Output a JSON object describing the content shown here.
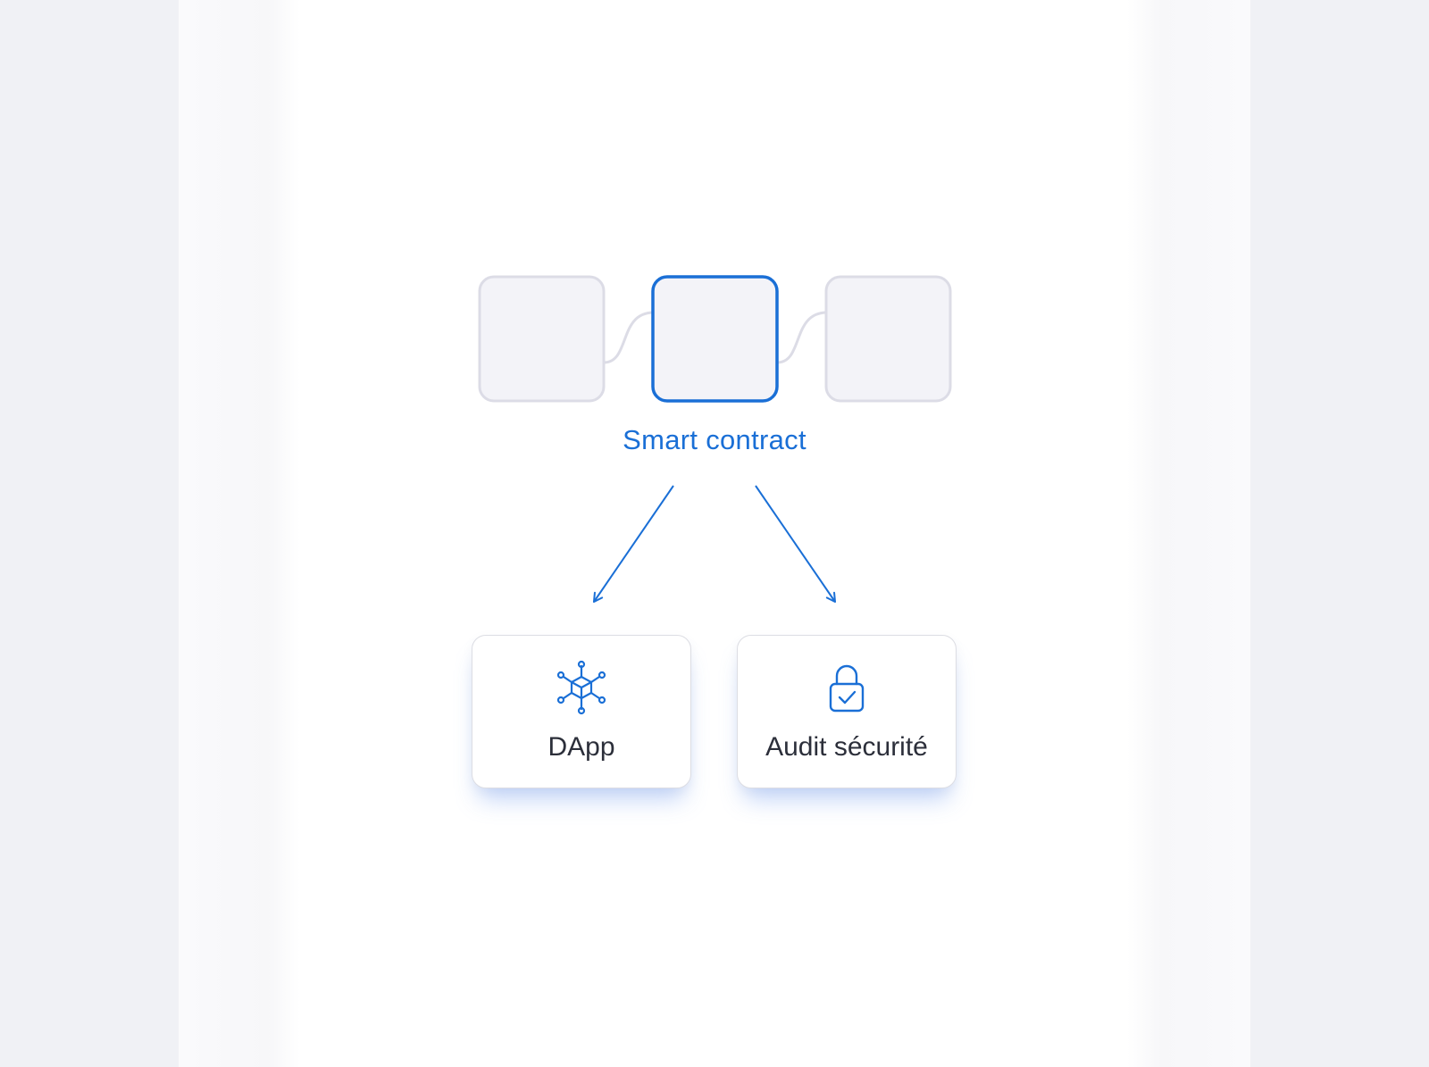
{
  "diagram": {
    "chain": {
      "caption": "Smart contract",
      "blocks": [
        {
          "state": "inactive"
        },
        {
          "state": "active"
        },
        {
          "state": "inactive"
        }
      ]
    },
    "outputs": [
      {
        "label": "DApp",
        "icon": "network-cube-icon"
      },
      {
        "label": "Audit sécurité",
        "icon": "lock-check-icon"
      }
    ]
  },
  "colors": {
    "accent": "#1a6fd6",
    "block_fill": "#f3f3f8",
    "block_border": "#dcdce6",
    "text_dark": "#2c2f3a"
  }
}
